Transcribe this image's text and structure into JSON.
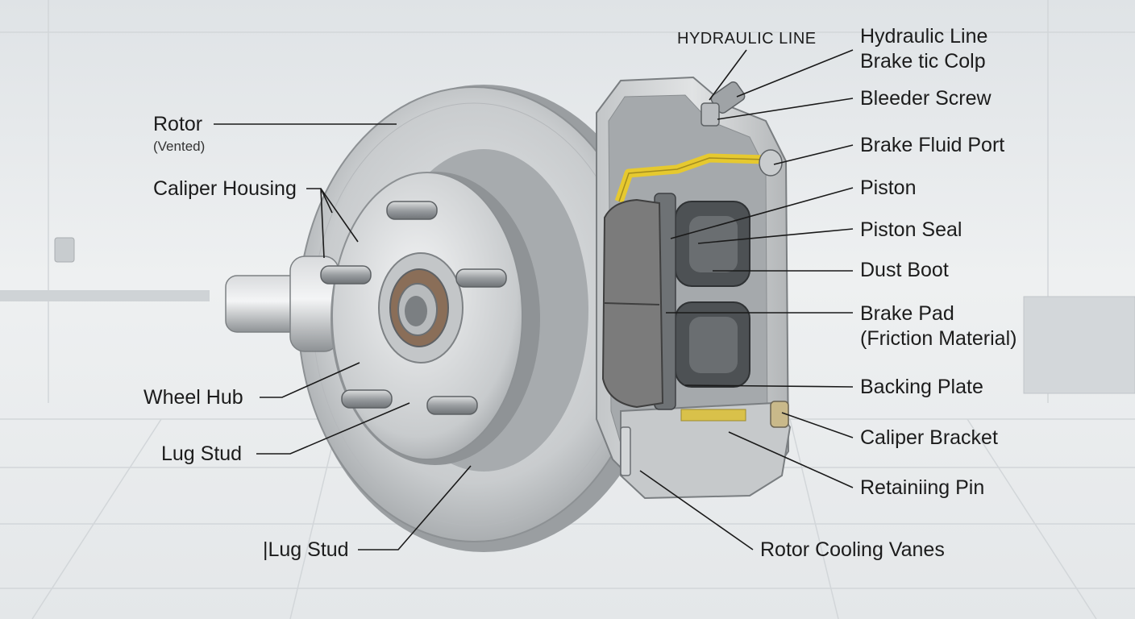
{
  "colors": {
    "background": "#e9ecee",
    "metal": "#b9bcbf",
    "pad": "#7b7b7b",
    "fluid_line": "#e6c92f",
    "leader": "#1a1a1a"
  },
  "labels": {
    "rotor": "Rotor",
    "rotor_sub": "(Vented)",
    "caliper_housing": "Caliper Housing",
    "wheel_hub": "Wheel Hub",
    "lug_stud_1": "Lug Stud",
    "lug_stud_2": "|Lug Stud",
    "hydraulic_line_caps": "HYDRAULIC LINE",
    "hydraulic_line": "Hydraulic Line",
    "brake_tic_colp": "Brake tic Colp",
    "bleeder_screw": "Bleeder Screw",
    "brake_fluid_port": "Brake Fluid Port",
    "piston": "Piston",
    "piston_seal": "Piston Seal",
    "dust_boot": "Dust Boot",
    "brake_pad": "Brake Pad",
    "friction_material": "(Friction Material)",
    "backing_plate": "Backing Plate",
    "caliper_bracket": "Caliper Bracket",
    "retaining_pin": "Retainiing Pin",
    "rotor_cooling_vanes": "Rotor Cooling Vanes"
  }
}
